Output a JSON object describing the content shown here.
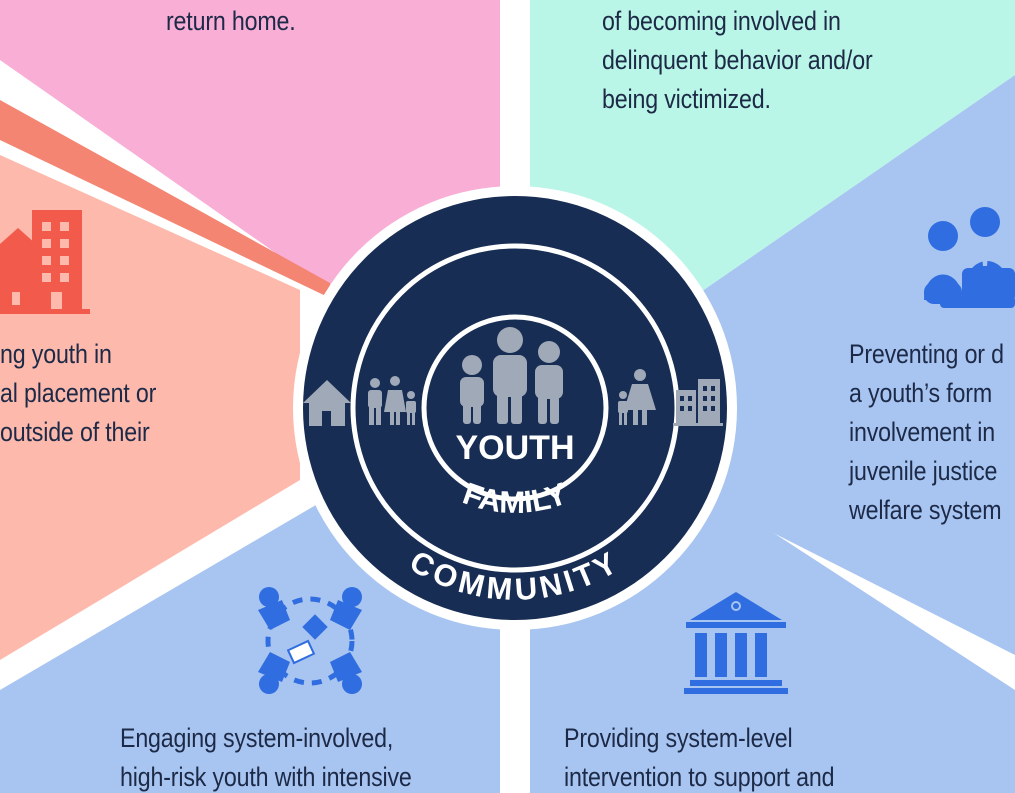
{
  "colors": {
    "pink": "#f9aed6",
    "mint": "#baf6e7",
    "salmon": "#fdb9ac",
    "blue": "#a8c5f1",
    "navy": "#182d54",
    "figure_gray": "#9fa9b7",
    "icon_red": "#f25b4c",
    "icon_blue": "#2f6de0",
    "text": "#1d2a47"
  },
  "segments": {
    "top_left": {
      "lines": [
        "return home."
      ]
    },
    "top_right": {
      "lines": [
        "of becoming involved in",
        "delinquent behavior and/or",
        "being victimized."
      ]
    },
    "left": {
      "lines": [
        "ng youth in",
        "al placement or",
        "outside of their"
      ],
      "icon": "buildings-icon"
    },
    "right": {
      "lines": [
        "Preventing or d",
        "a youth’s form",
        "involvement in",
        "juvenile justice",
        "welfare system"
      ],
      "icon": "meeting-people-icon"
    },
    "bottom_left": {
      "lines": [
        "Engaging system-involved,",
        "high-risk youth with intensive"
      ],
      "icon": "community-circle-icon"
    },
    "bottom_right": {
      "lines": [
        "Providing system-level",
        "intervention to support and"
      ],
      "icon": "courthouse-icon"
    }
  },
  "center": {
    "inner_label": "YOUTH",
    "middle_label": "FAMILY",
    "outer_label": "COMMUNITY",
    "icons": [
      "house-icon",
      "family-icon",
      "youth-group-icon",
      "parent-child-icon",
      "city-buildings-icon"
    ]
  }
}
